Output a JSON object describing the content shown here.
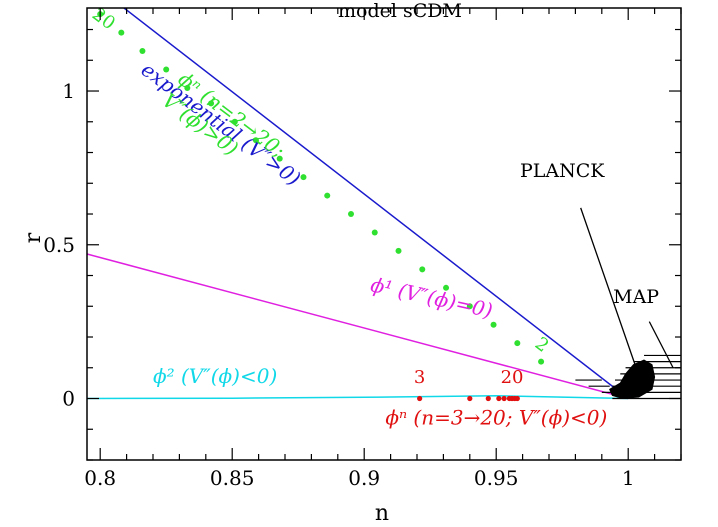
{
  "chart_data": {
    "type": "line",
    "title": "model sCDM",
    "xlabel": "n",
    "ylabel": "r",
    "xlim": [
      0.795,
      1.02
    ],
    "ylim": [
      -0.2,
      1.27
    ],
    "xticks": [
      0.8,
      0.85,
      0.9,
      0.95,
      1.0
    ],
    "xtick_labels": [
      "0.8",
      "0.85",
      "0.9",
      "0.95",
      "1"
    ],
    "yticks": [
      0,
      0.5,
      1.0
    ],
    "ytick_labels": [
      "0",
      "0.5",
      "1"
    ],
    "grid": false,
    "colors": {
      "exponential": "#1a1acd",
      "phi1": "#e020e0",
      "phi2": "#10d8e8",
      "phin_pos": "#30e030",
      "phin_neg": "#e01010",
      "data": "#000000"
    },
    "lines": [
      {
        "id": "exponential",
        "points": [
          [
            0.809,
            1.27
          ],
          [
            1.0,
            0.0
          ]
        ]
      },
      {
        "id": "phi1",
        "points": [
          [
            0.795,
            0.47
          ],
          [
            1.0,
            0.0
          ]
        ]
      },
      {
        "id": "phi2",
        "points": [
          [
            0.795,
            0.0
          ],
          [
            0.85,
            0.001
          ],
          [
            0.9,
            0.004
          ],
          [
            0.95,
            0.009
          ],
          [
            1.0,
            0.0
          ]
        ]
      }
    ],
    "series_pos": {
      "points": [
        [
          0.8,
          1.25
        ],
        [
          0.808,
          1.19
        ],
        [
          0.816,
          1.13
        ],
        [
          0.825,
          1.07
        ],
        [
          0.833,
          1.01
        ],
        [
          0.842,
          0.96
        ],
        [
          0.851,
          0.9
        ],
        [
          0.859,
          0.84
        ],
        [
          0.868,
          0.78
        ],
        [
          0.877,
          0.72
        ],
        [
          0.886,
          0.66
        ],
        [
          0.895,
          0.6
        ],
        [
          0.904,
          0.54
        ],
        [
          0.913,
          0.48
        ],
        [
          0.922,
          0.42
        ],
        [
          0.931,
          0.36
        ],
        [
          0.94,
          0.3
        ],
        [
          0.949,
          0.24
        ],
        [
          0.958,
          0.18
        ],
        [
          0.967,
          0.12
        ]
      ],
      "end_labels": [
        {
          "text": "20",
          "at": [
            0.8,
            1.22
          ]
        },
        {
          "text": "2",
          "at": [
            0.966,
            0.16
          ]
        }
      ]
    },
    "series_neg": {
      "points": [
        [
          0.921,
          0.0
        ],
        [
          0.94,
          0.0
        ],
        [
          0.947,
          0.0
        ],
        [
          0.951,
          0.0
        ],
        [
          0.953,
          0.0
        ],
        [
          0.955,
          0.0
        ],
        [
          0.956,
          0.0
        ],
        [
          0.957,
          0.0
        ],
        [
          0.958,
          0.0
        ]
      ],
      "end_labels": [
        {
          "text": "3",
          "at": [
            0.921,
            0.05
          ]
        },
        {
          "text": "20",
          "at": [
            0.956,
            0.05
          ]
        }
      ]
    },
    "experiments": [
      {
        "name": "PLANCK",
        "polygon": [
          [
            0.997,
            0.05
          ],
          [
            0.999,
            0.08
          ],
          [
            1.002,
            0.11
          ],
          [
            1.006,
            0.125
          ],
          [
            1.009,
            0.11
          ],
          [
            1.01,
            0.07
          ],
          [
            1.009,
            0.03
          ],
          [
            1.004,
            0.005
          ],
          [
            0.998,
            0.0
          ],
          [
            0.994,
            0.01
          ],
          [
            0.993,
            0.03
          ]
        ],
        "label_at": [
          0.975,
          0.72
        ],
        "arrow_from": [
          0.982,
          0.62
        ],
        "arrow_to": [
          1.003,
          0.1
        ]
      },
      {
        "name": "MAP",
        "ranges": [
          {
            "n": [
              0.994,
              1.02
            ],
            "r": 0.0
          },
          {
            "n": [
              0.994,
              1.02
            ],
            "r": 0.02
          },
          {
            "n": [
              0.994,
              1.02
            ],
            "r": 0.04
          },
          {
            "n": [
              0.995,
              1.02
            ],
            "r": 0.06
          },
          {
            "n": [
              0.997,
              1.02
            ],
            "r": 0.08
          },
          {
            "n": [
              0.999,
              1.02
            ],
            "r": 0.1
          },
          {
            "n": [
              1.002,
              1.02
            ],
            "r": 0.12
          },
          {
            "n": [
              1.006,
              1.02
            ],
            "r": 0.14
          },
          {
            "n": [
              0.98,
              0.99
            ],
            "r": 0.06
          },
          {
            "n": [
              0.985,
              0.993
            ],
            "r": 0.04
          },
          {
            "n": [
              0.99,
              0.995
            ],
            "r": 0.02
          }
        ],
        "label_at": [
          1.003,
          0.31
        ],
        "arrow_from": [
          1.008,
          0.25
        ],
        "arrow_to": [
          1.017,
          0.1
        ]
      }
    ],
    "annotations": [
      {
        "id": "exponential",
        "text": "exponential (V″>0)",
        "at": [
          0.815,
          1.06
        ],
        "angle": 36.5
      },
      {
        "id": "phin_pos_l1",
        "text": "ϕⁿ (n=2→20;",
        "at": [
          0.829,
          1.03
        ],
        "angle": 37
      },
      {
        "id": "phin_pos_l2",
        "text": "V″(ϕ)>0)",
        "at": [
          0.823,
          0.96
        ],
        "angle": 37
      },
      {
        "id": "phi1",
        "text": "ϕ¹ (V″(ϕ)=0)",
        "at": [
          0.902,
          0.35
        ],
        "angle": 12.5
      },
      {
        "id": "phi2",
        "text": "ϕ² (V″(ϕ)<0)",
        "at": [
          0.82,
          0.05
        ],
        "angle": 0
      },
      {
        "id": "phin_neg",
        "text": "ϕⁿ (n=3→20; V″(ϕ)<0)",
        "at": [
          0.908,
          -0.085
        ],
        "angle": 0
      }
    ]
  }
}
